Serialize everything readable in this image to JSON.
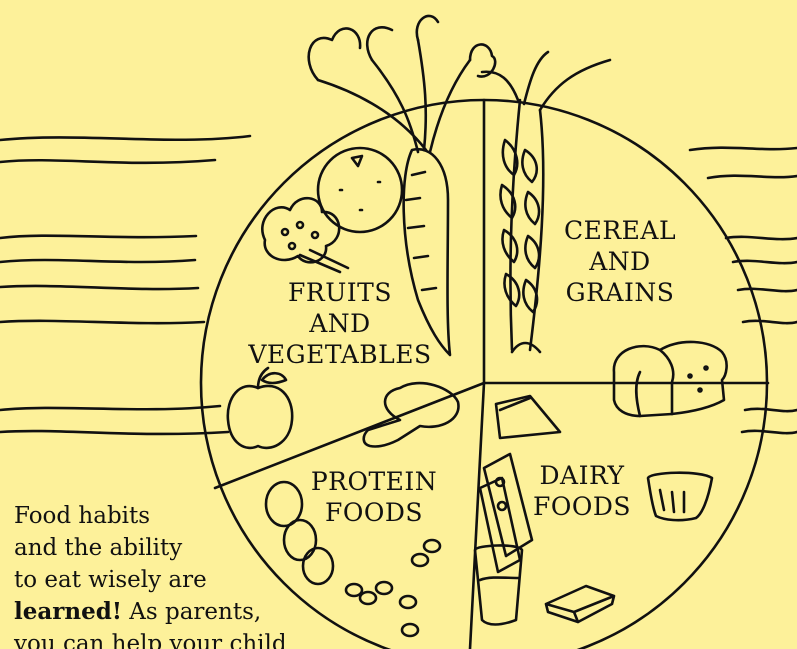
{
  "background_color": "#fdf19a",
  "ink_color": "#111111",
  "plate": {
    "segments": [
      {
        "id": "fruits-vegetables",
        "lines": [
          "FRUITS",
          "AND",
          "VEGETABLES"
        ],
        "icons": [
          "carrot-icon",
          "orange-icon",
          "broccoli-icon",
          "apple-icon"
        ]
      },
      {
        "id": "cereal-grains",
        "lines": [
          "CEREAL",
          "AND",
          "GRAINS"
        ],
        "icons": [
          "wheat-icon",
          "bread-loaf-icon"
        ]
      },
      {
        "id": "dairy-foods",
        "lines": [
          "DAIRY",
          "FOODS"
        ],
        "icons": [
          "cheese-wedge-icon",
          "sliced-cheese-icon",
          "cottage-cheese-cup-icon",
          "milk-glass-icon",
          "cheese-block-icon"
        ]
      },
      {
        "id": "protein-foods",
        "lines": [
          "PROTEIN",
          "FOODS"
        ],
        "icons": [
          "chicken-drumstick-icon",
          "eggs-icon",
          "beans-icon"
        ]
      }
    ]
  },
  "caption": {
    "line1": "Food habits",
    "line2": "and the ability",
    "line3": "to eat wisely are",
    "line4_bold": "learned!",
    "line4_rest": " As parents,",
    "line5": "you can help your child"
  }
}
